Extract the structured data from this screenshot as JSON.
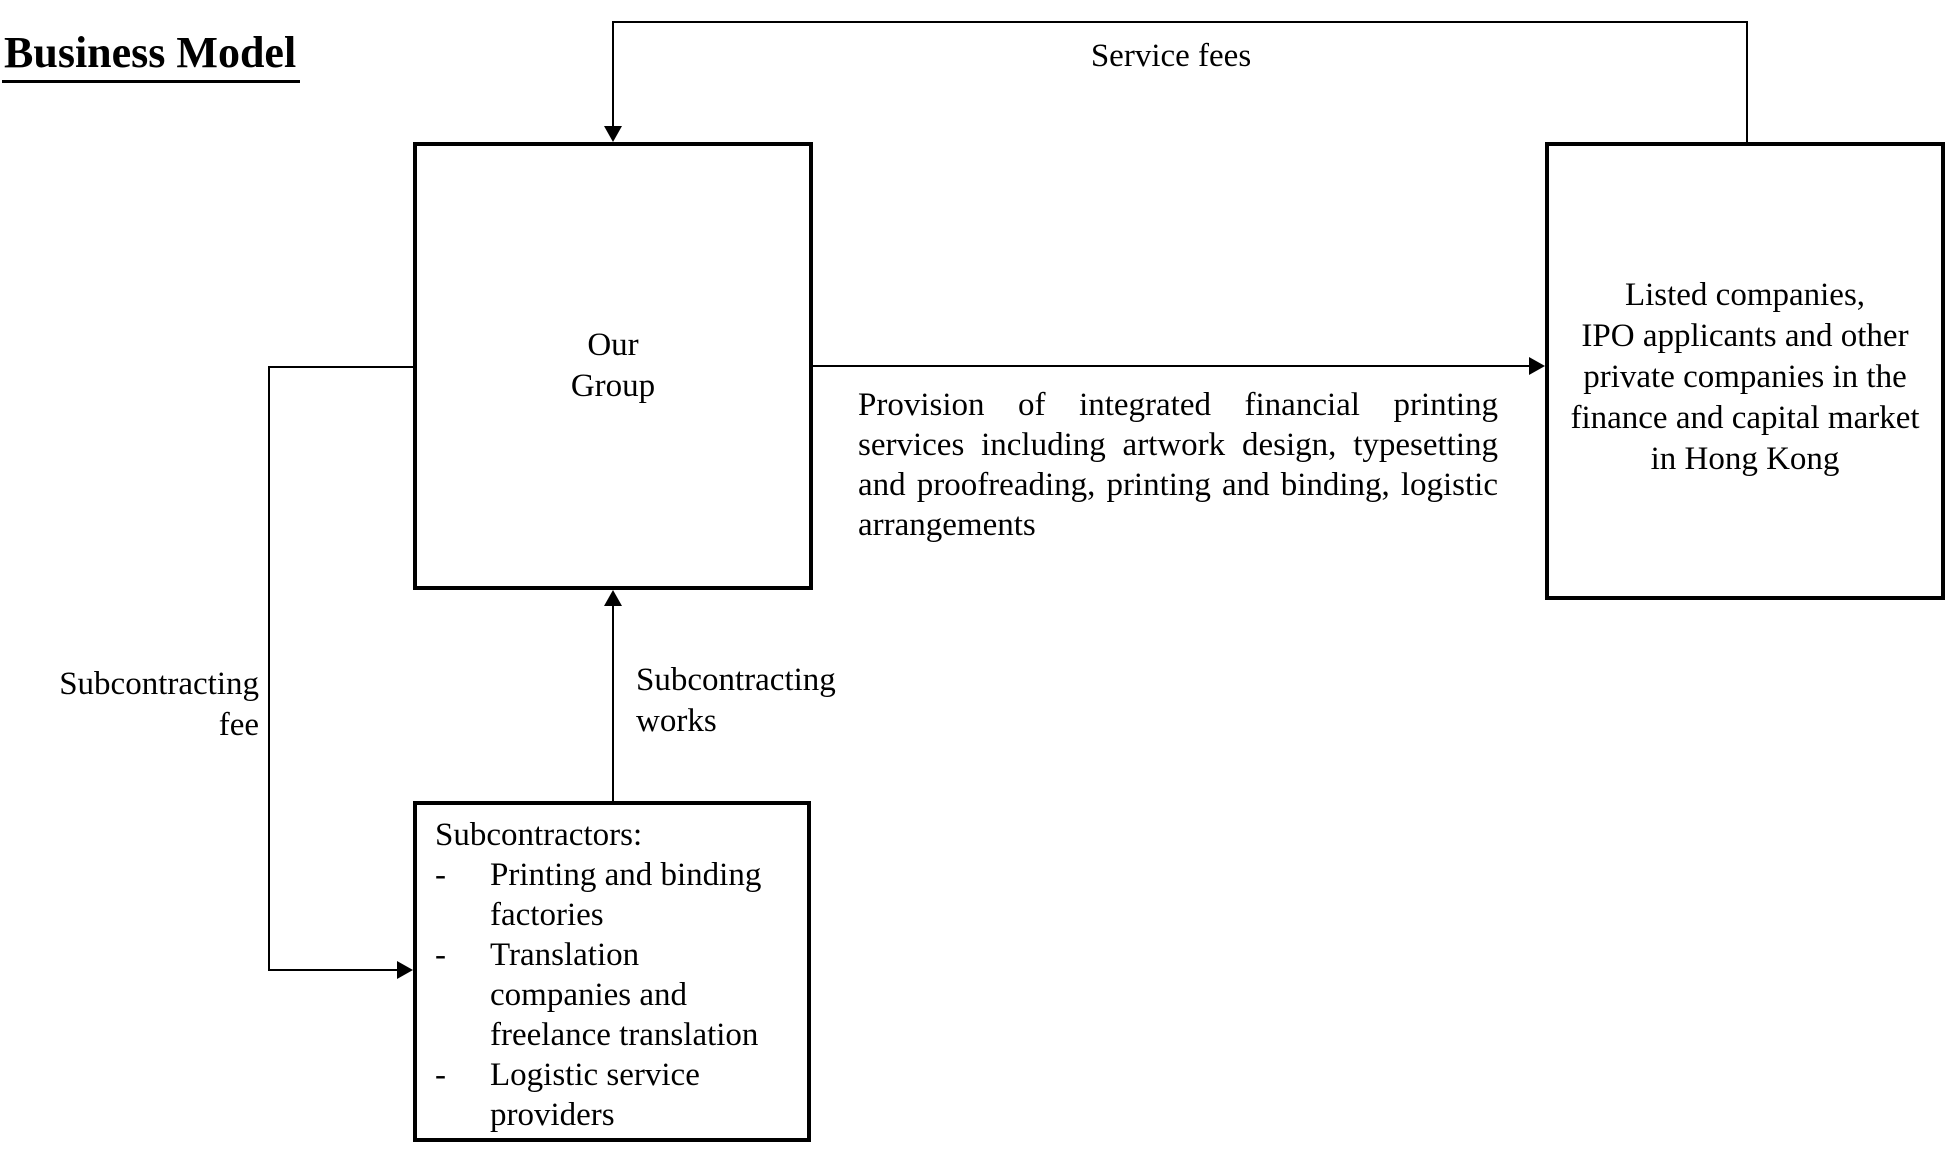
{
  "title": "Business Model",
  "colors": {
    "ink": "#000000",
    "background": "#ffffff"
  },
  "boxes": {
    "our_group": {
      "lines": [
        "Our",
        "Group"
      ]
    },
    "customers": {
      "lines": [
        "Listed companies,",
        "IPO applicants and other",
        "private companies in the",
        "finance and capital market",
        "in Hong Kong"
      ]
    },
    "subcontractors": {
      "heading": "Subcontractors:",
      "bullet_char": "-",
      "items": [
        "Printing and binding factories",
        "Translation companies and freelance translation",
        "Logistic service providers"
      ]
    }
  },
  "edges": {
    "service_fees": {
      "label": "Service fees"
    },
    "provision": {
      "label": "Provision of integrated financial printing services including artwork design, typesetting and proofreading, printing and binding, logistic arrangements"
    },
    "subcontracting_works": {
      "lines": [
        "Subcontracting",
        "works"
      ]
    },
    "subcontracting_fee": {
      "lines": [
        "Subcontracting",
        "fee"
      ]
    }
  }
}
